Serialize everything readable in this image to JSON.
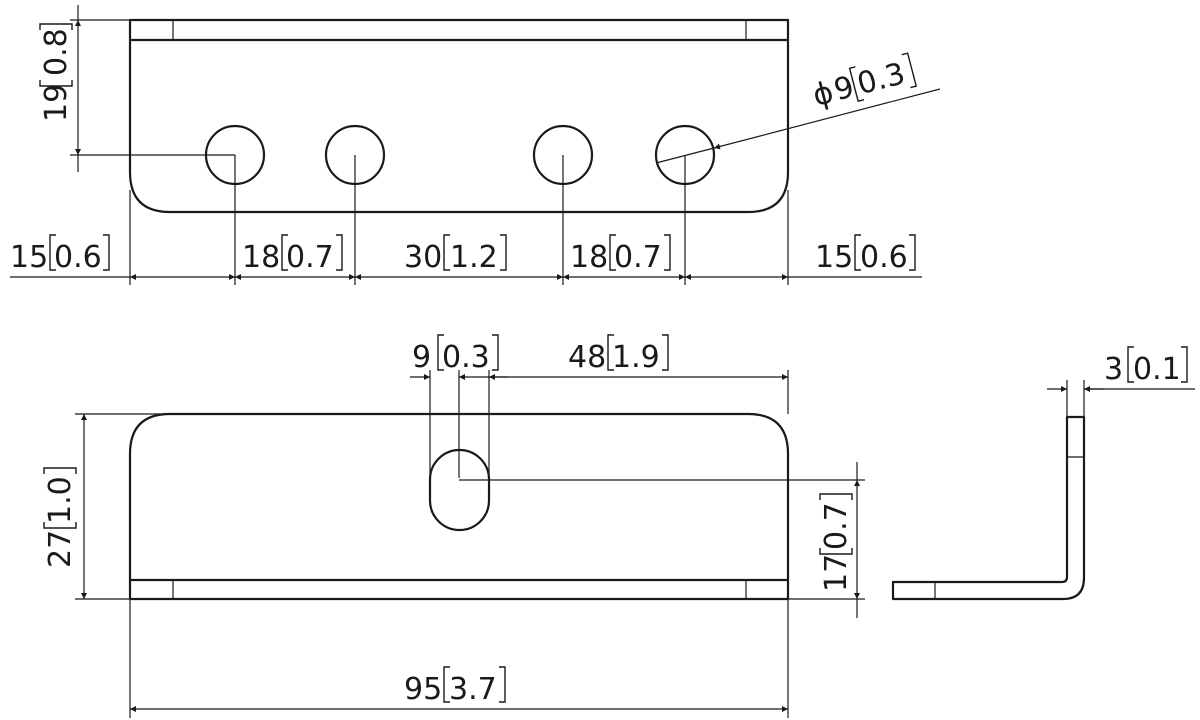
{
  "dimensions": {
    "top_height": {
      "value": "19",
      "alt": "0.8"
    },
    "hole_diameter": {
      "prefix": "ϕ",
      "value": "9",
      "alt": "0.3"
    },
    "top_left_edge": {
      "value": "15",
      "alt": "0.6"
    },
    "top_spacing_1": {
      "value": "18",
      "alt": "0.7"
    },
    "top_spacing_mid": {
      "value": "30",
      "alt": "1.2"
    },
    "top_spacing_2": {
      "value": "18",
      "alt": "0.7"
    },
    "top_right_edge": {
      "value": "15",
      "alt": "0.6"
    },
    "slot_width": {
      "value": "9",
      "alt": "0.3"
    },
    "slot_offset": {
      "value": "48",
      "alt": "1.9"
    },
    "plate_height": {
      "value": "27",
      "alt": "1.0"
    },
    "slot_height": {
      "value": "17",
      "alt": "0.7"
    },
    "overall_length": {
      "value": "95",
      "alt": "3.7"
    },
    "thickness": {
      "value": "3",
      "alt": "0.1"
    }
  },
  "colors": {
    "line": "#1a1a1a",
    "background": "#ffffff"
  }
}
